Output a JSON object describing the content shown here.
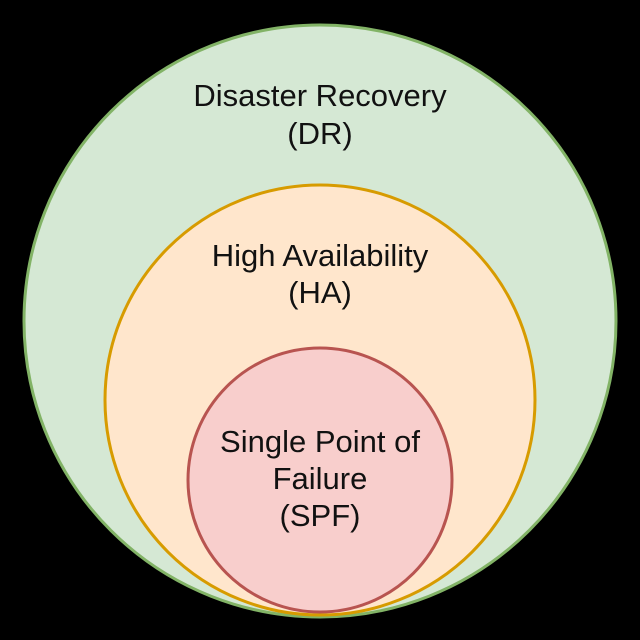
{
  "page": {
    "background": "#000000"
  },
  "diagram": {
    "type": "nested-circles-euler-diagram",
    "text_color": "#111111",
    "circles": [
      {
        "name": "disaster-recovery",
        "lines": [
          "Disaster Recovery",
          "(DR)"
        ],
        "fill": "#d5e8d4",
        "stroke": "#82b366"
      },
      {
        "name": "high-availability",
        "lines": [
          "High Availability",
          "(HA)"
        ],
        "fill": "#ffe6cc",
        "stroke": "#d79b00"
      },
      {
        "name": "single-point-of-failure",
        "lines": [
          "Single Point of",
          "Failure",
          "(SPF)"
        ],
        "fill": "#f8cecc",
        "stroke": "#b85450"
      }
    ]
  }
}
